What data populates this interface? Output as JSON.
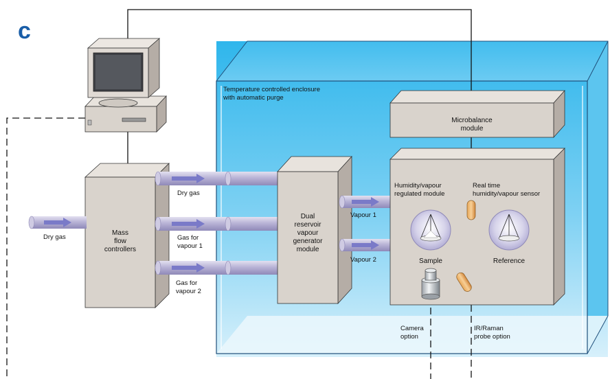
{
  "panel_letter": "c",
  "enclosure": {
    "label_line1": "Temperature controlled enclosure",
    "label_line2": "with automatic purge"
  },
  "microbalance": {
    "line1": "Microbalance",
    "line2": "module"
  },
  "mass_flow": {
    "line1": "Mass",
    "line2": "flow",
    "line3": "controllers"
  },
  "vapour_gen": {
    "line1": "Dual",
    "line2": "reservoir",
    "line3": "vapour",
    "line4": "generator",
    "line5": "module"
  },
  "humidity_module": {
    "line1": "Humidity/vapour",
    "line2": "regulated module"
  },
  "sensor": {
    "line1": "Real time",
    "line2": "humidity/vapour sensor"
  },
  "sample_label": "Sample",
  "reference_label": "Reference",
  "camera": {
    "line1": "Camera",
    "line2": "option"
  },
  "probe": {
    "line1": "IR/Raman",
    "line2": "probe option"
  },
  "flows": {
    "dry_gas_in": "Dry gas",
    "dry_gas_out": "Dry gas",
    "gas_v1_line1": "Gas for",
    "gas_v1_line2": "vapour 1",
    "gas_v2_line1": "Gas for",
    "gas_v2_line2": "vapour 2",
    "vapour1": "Vapour 1",
    "vapour2": "Vapour 2"
  },
  "colors": {
    "panel_letter": "#1a5ea8",
    "enclosure_blue": "#33b8ec",
    "arrow": "#7a7ac8",
    "pipe": "#b7b2d4",
    "box_face": "#d9d3cc",
    "box_side": "#b5ada6"
  }
}
